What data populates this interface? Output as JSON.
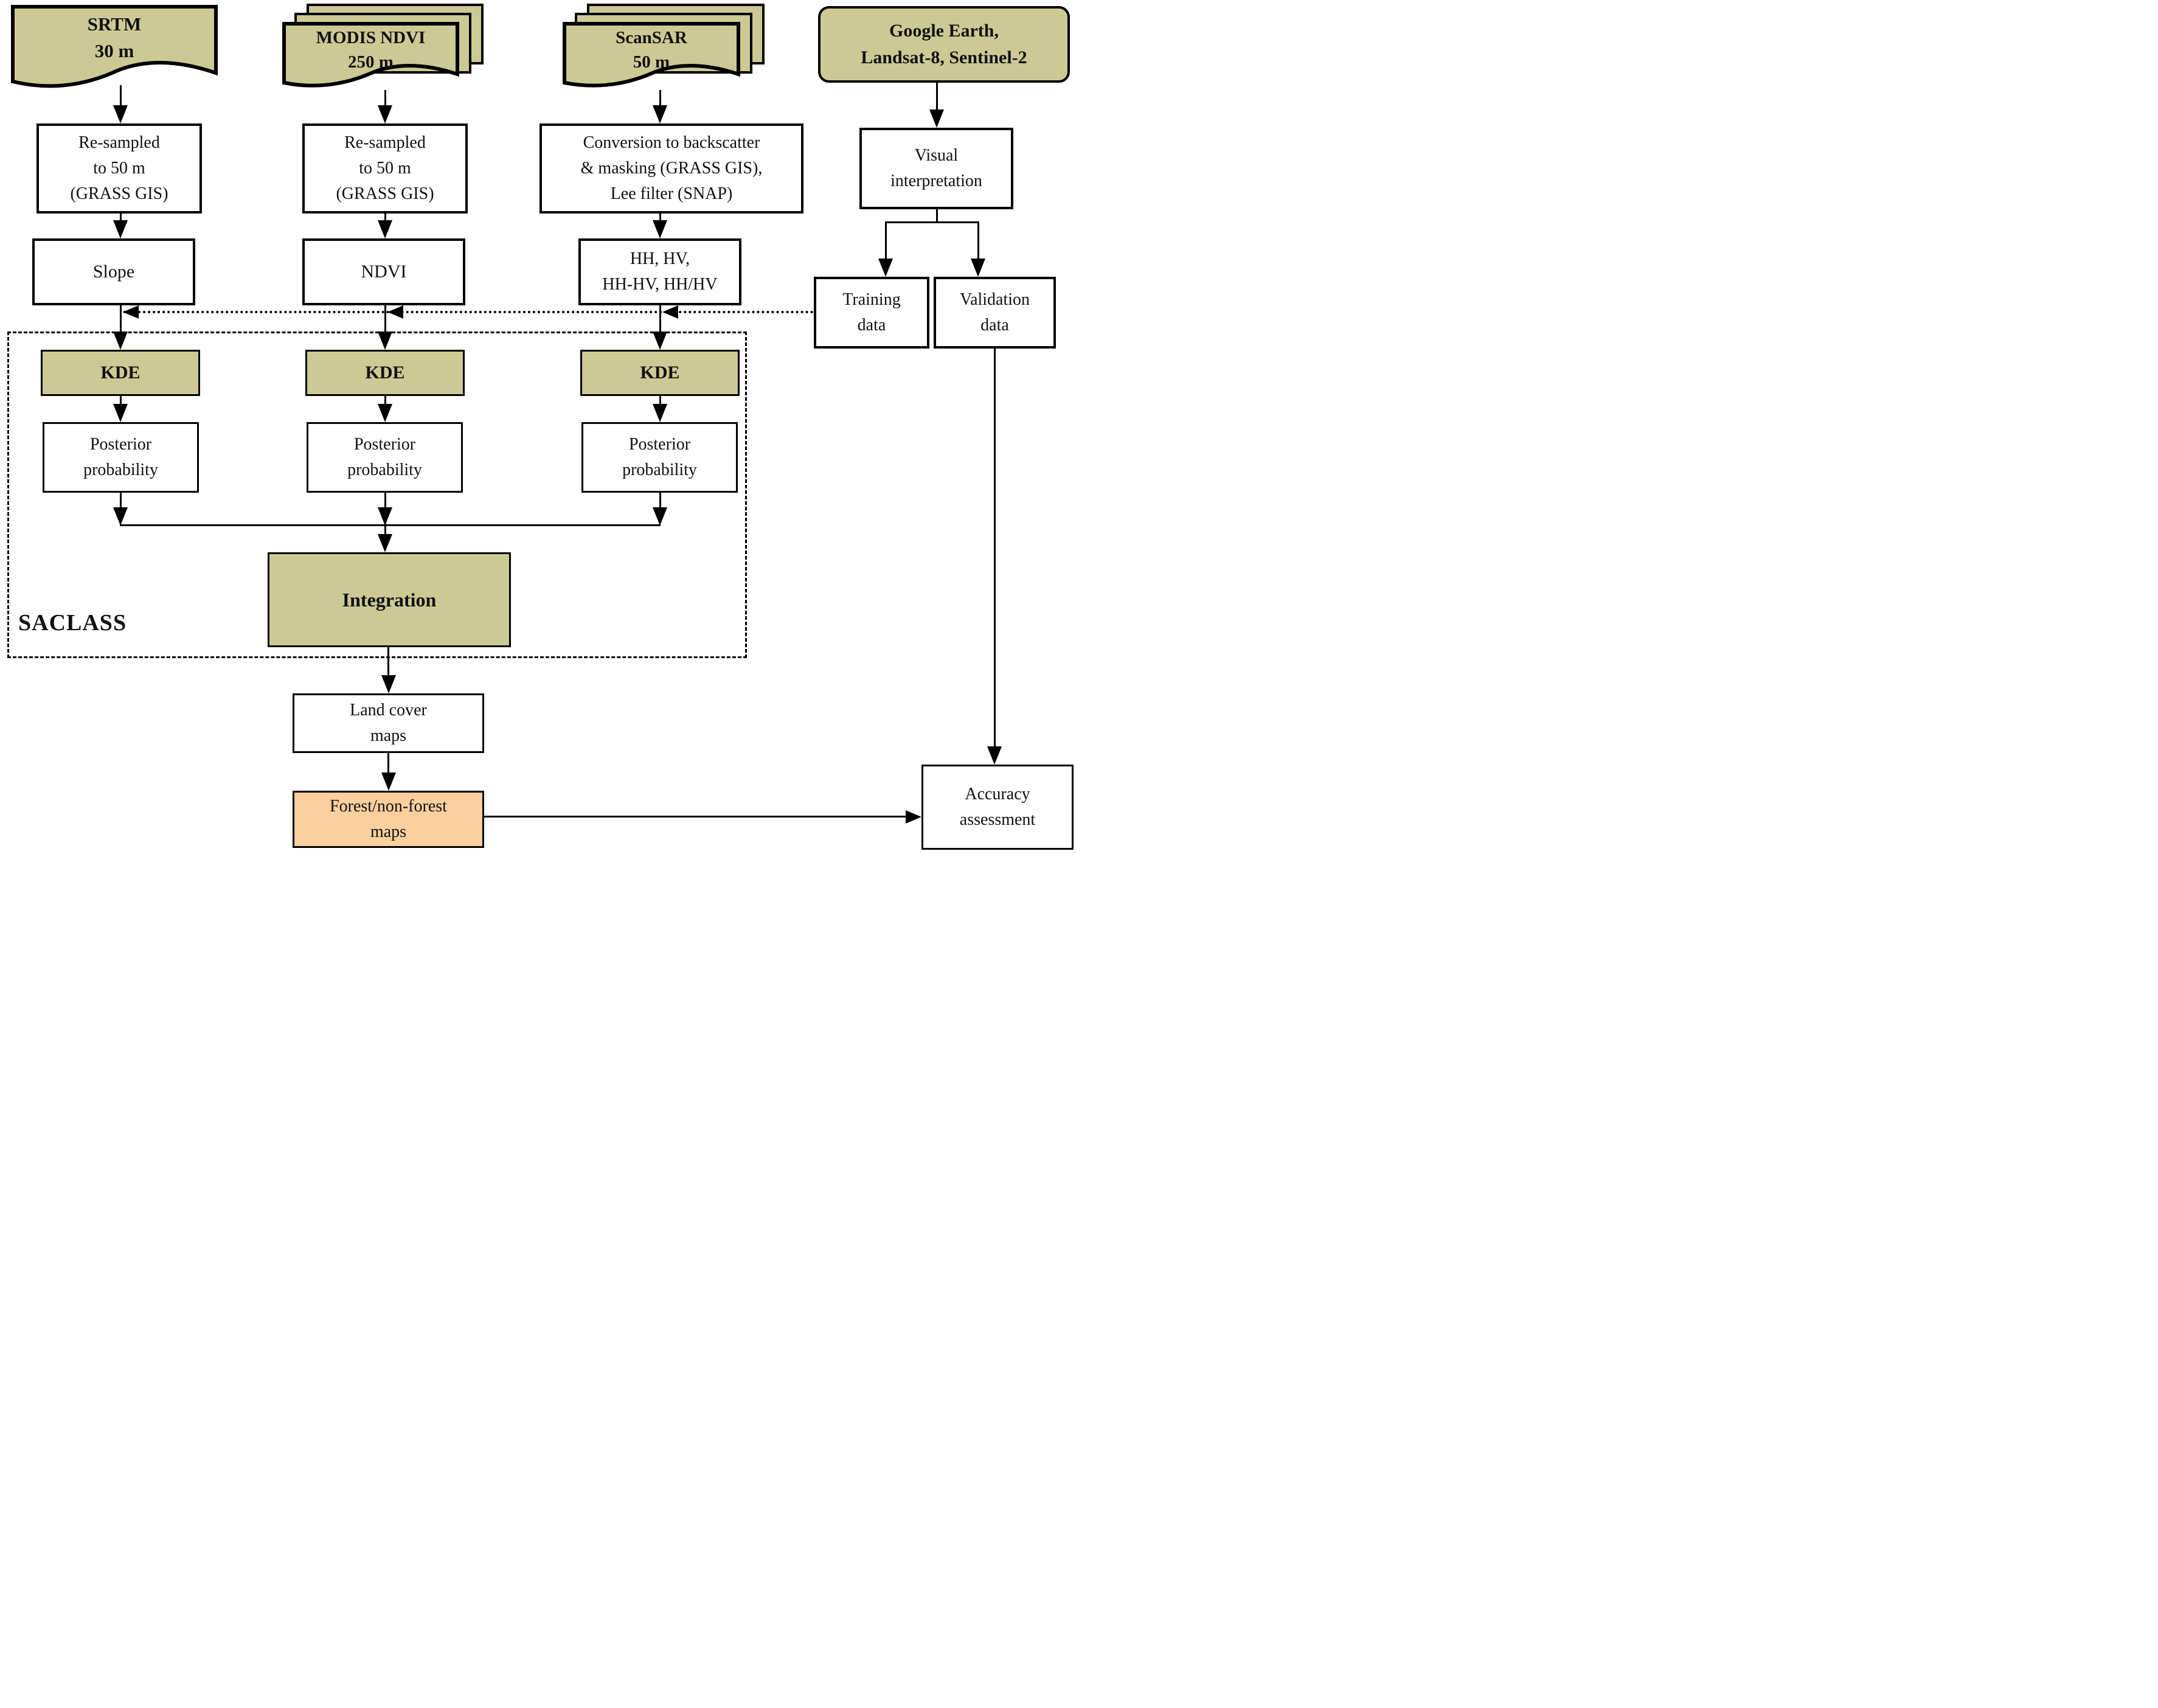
{
  "colors": {
    "node_fill": "#cdc994",
    "highlight_fill": "#fbcf9e",
    "line": "#000000",
    "background": "#ffffff"
  },
  "sources": {
    "srtm": {
      "line1": "SRTM",
      "line2": "30 m"
    },
    "modis": {
      "line1": "MODIS NDVI",
      "line2": "250 m"
    },
    "scansar": {
      "line1": "ScanSAR",
      "line2": "50 m"
    },
    "reference": {
      "line1": "Google Earth,",
      "line2": "Landsat-8, Sentinel-2"
    }
  },
  "processing": {
    "resample_srtm": {
      "line1": "Re-sampled",
      "line2": "to 50 m",
      "line3": "(GRASS GIS)"
    },
    "resample_modis": {
      "line1": "Re-sampled",
      "line2": "to 50 m",
      "line3": "(GRASS GIS)"
    },
    "sar_preprocessing": {
      "line1": "Conversion to backscatter",
      "line2": "& masking (GRASS GIS),",
      "line3": "Lee filter (SNAP)"
    },
    "visual_interpretation": {
      "line1": "Visual",
      "line2": "interpretation"
    }
  },
  "features": {
    "slope": "Slope",
    "ndvi": "NDVI",
    "sar_channels": {
      "line1": "HH, HV,",
      "line2": "HH-HV, HH/HV"
    }
  },
  "samples": {
    "training": {
      "line1": "Training",
      "line2": "data"
    },
    "validation": {
      "line1": "Validation",
      "line2": "data"
    }
  },
  "saclass": {
    "label": "SACLASS",
    "kde": "KDE",
    "posterior": {
      "line1": "Posterior",
      "line2": "probability"
    },
    "integration": "Integration"
  },
  "outputs": {
    "land_cover": {
      "line1": "Land cover",
      "line2": "maps"
    },
    "forest": {
      "line1": "Forest/non-forest",
      "line2": "maps"
    },
    "accuracy": {
      "line1": "Accuracy",
      "line2": "assessment"
    }
  }
}
